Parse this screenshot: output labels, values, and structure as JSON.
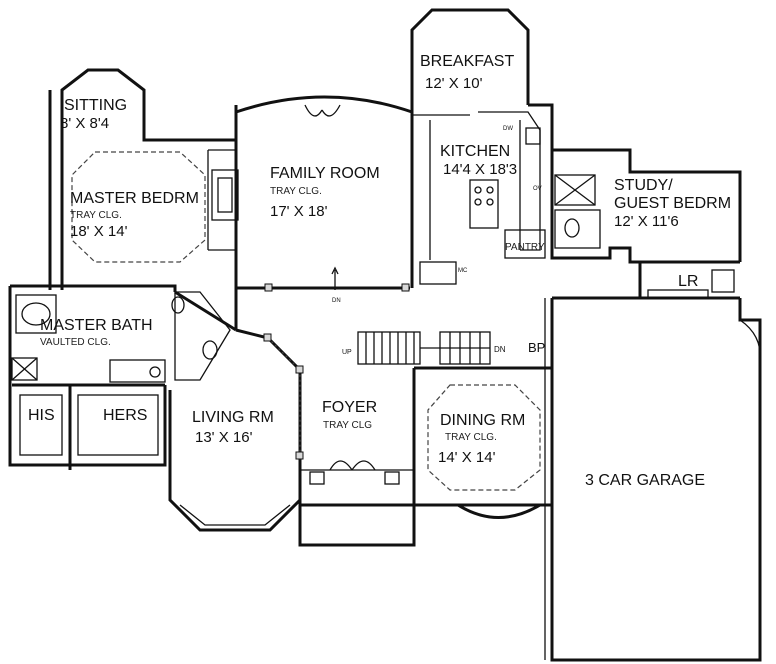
{
  "rooms": {
    "sitting": {
      "name": "SITTING",
      "dims": "8' X 8'4"
    },
    "breakfast": {
      "name": "BREAKFAST",
      "dims": "12' X 10'"
    },
    "kitchen": {
      "name": "KITCHEN",
      "dims": "14'4 X 18'3"
    },
    "family_room": {
      "name": "FAMILY ROOM",
      "note": "TRAY CLG.",
      "dims": "17' X 18'"
    },
    "master_bedroom": {
      "name": "MASTER BEDRM",
      "note": "TRAY CLG.",
      "dims": "18' X 14'"
    },
    "study": {
      "name": "STUDY/",
      "name2": "GUEST BEDRM",
      "dims": "12' X 11'6"
    },
    "laundry": {
      "name": "LR"
    },
    "master_bath": {
      "name": "MASTER BATH",
      "note": "VAULTED CLG."
    },
    "his": {
      "name": "HIS"
    },
    "hers": {
      "name": "HERS"
    },
    "living_room": {
      "name": "LIVING RM",
      "dims": "13' X 16'"
    },
    "foyer": {
      "name": "FOYER",
      "note": "TRAY CLG"
    },
    "dining_room": {
      "name": "DINING RM",
      "note": "TRAY CLG.",
      "dims": "14' X 14'"
    },
    "garage": {
      "name": "3 CAR GARAGE"
    },
    "pantry": {
      "name": "PANTRY"
    },
    "bp": {
      "name": "BP"
    }
  },
  "marks": {
    "up": "UP",
    "dn": "DN",
    "dn_small": "DN",
    "dw": "DW",
    "ov": "OV",
    "mc": "MC"
  }
}
